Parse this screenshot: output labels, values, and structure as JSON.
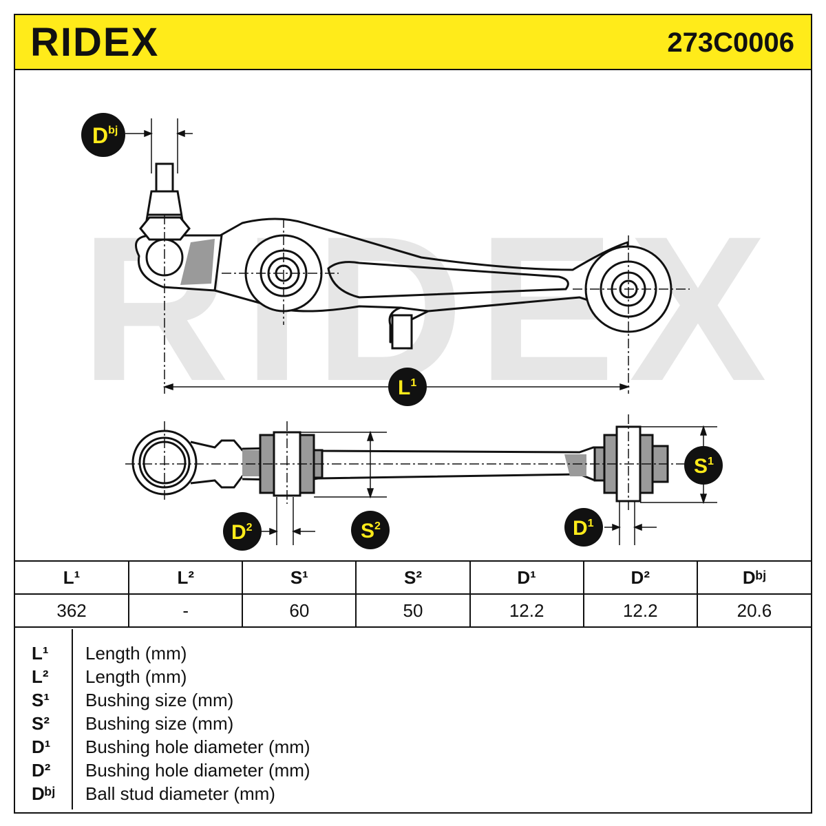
{
  "header": {
    "brand": "RIDEX",
    "part_number": "273C0006"
  },
  "watermark": "RIDEX",
  "badges": {
    "dbj": {
      "main": "D",
      "sup": "bj"
    },
    "l1": {
      "main": "L",
      "sup": "1"
    },
    "s1": {
      "main": "S",
      "sup": "1"
    },
    "s2": {
      "main": "S",
      "sup": "2"
    },
    "d1": {
      "main": "D",
      "sup": "1"
    },
    "d2": {
      "main": "D",
      "sup": "2"
    }
  },
  "table": {
    "headers": [
      "L¹",
      "L²",
      "S¹",
      "S²",
      "D¹",
      "D²",
      "Dᵇʲ"
    ],
    "values": [
      "362",
      "-",
      "60",
      "50",
      "12.2",
      "12.2",
      "20.6"
    ]
  },
  "legend": [
    {
      "symbol": "L¹",
      "description": "Length (mm)"
    },
    {
      "symbol": "L²",
      "description": "Length (mm)"
    },
    {
      "symbol": "S¹",
      "description": "Bushing size (mm)"
    },
    {
      "symbol": "S²",
      "description": "Bushing size (mm)"
    },
    {
      "symbol": "D¹",
      "description": "Bushing hole diameter (mm)"
    },
    {
      "symbol": "D²",
      "description": "Bushing hole diameter (mm)"
    },
    {
      "symbol": "Dᵇʲ",
      "description": "Ball stud diameter (mm)"
    }
  ],
  "colors": {
    "accent_yellow": "#ffeb1a",
    "badge_black": "#111111",
    "watermark_gray": "#e6e6e6"
  }
}
